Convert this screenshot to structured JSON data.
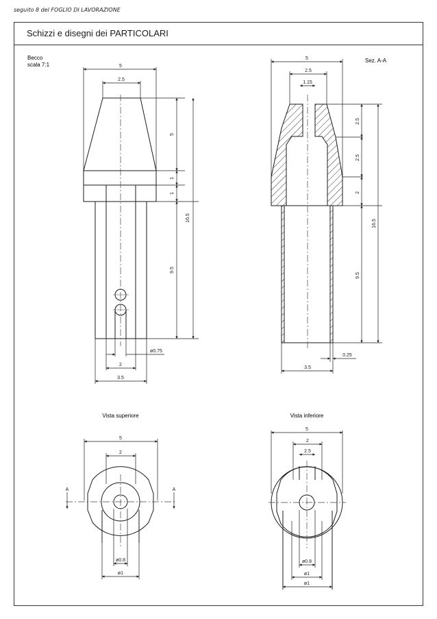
{
  "header": {
    "continuation": "seguito 8 del FOGLIO DI LAVORAZIONE"
  },
  "sheet": {
    "title": "Schizzi e disegni dei PARTICOLARI"
  },
  "part": {
    "name": "Becco",
    "scale": "scala 7:1"
  },
  "views": {
    "front": {
      "dims": {
        "top_width": "5",
        "neck": "2.5",
        "cone_h": "5",
        "band1": "1",
        "band2": "1",
        "shaft": "9.5",
        "total": "16.5",
        "hole_spacing": "2",
        "shaft_w": "3.5",
        "hole_d": "ø0.75"
      }
    },
    "section": {
      "label": "Sez. A-A",
      "dims": {
        "top_width": "5",
        "neck": "2.5",
        "bore_top": "1.15",
        "h1": "2.5",
        "h2": "2.5",
        "h3": "2",
        "shaft": "9.5",
        "total": "16.5",
        "wall": "0.25",
        "shaft_w": "3.5"
      }
    },
    "top": {
      "label": "Vista superiore",
      "dims": {
        "outer": "5",
        "inner": "2",
        "bore": "ø0.8",
        "d1": "ø1"
      },
      "section_mark": "A"
    },
    "bottom": {
      "label": "Vista inferiore",
      "dims": {
        "outer": "5",
        "mid": "2",
        "inner": "2.5",
        "bore": "ø0.8",
        "d1": "ø1",
        "d2": "ø1"
      }
    }
  },
  "colors": {
    "line": "#1a1a1a",
    "hatch": "#333333",
    "center": "#444444"
  }
}
